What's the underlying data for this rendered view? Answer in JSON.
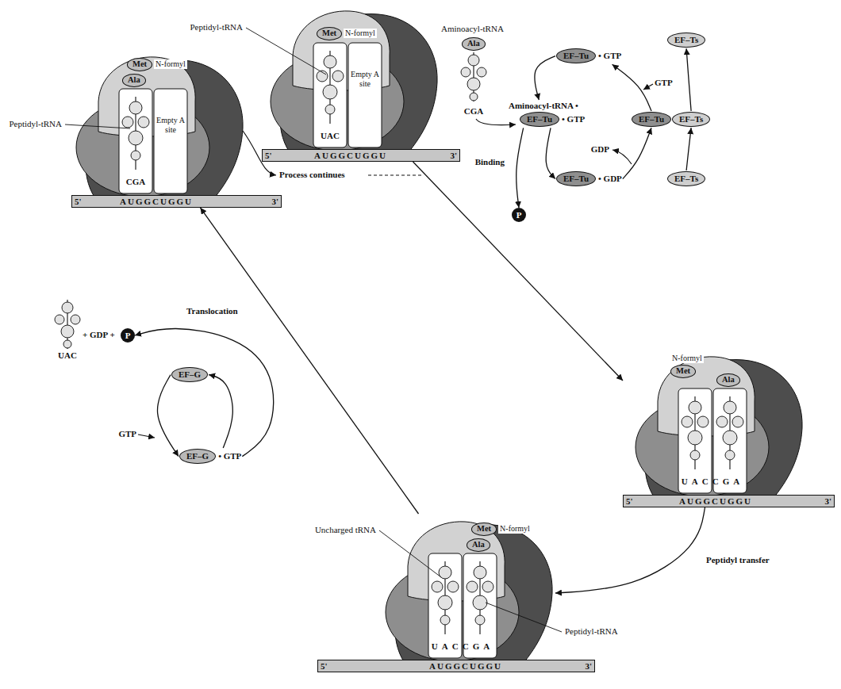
{
  "diagram": {
    "nodes": [
      {
        "text": [
          "Empty A site",
          "UAC"
        ]
      },
      {
        "text": [
          "Met",
          "N-formyl"
        ],
        "in": 0
      },
      {
        "text": [
          "5'",
          "AUGGCUGGU",
          "3'"
        ]
      },
      {
        "text": [
          "Empty A site",
          "CGA"
        ]
      },
      {
        "text": [
          "Ala"
        ],
        "in": 3
      },
      {
        "text": [
          "Met",
          "N-formyl"
        ],
        "in": 3
      },
      {
        "text": [
          "5'",
          "AUGGCUGGU",
          "3'"
        ]
      },
      {
        "text": [
          "Ala"
        ]
      },
      {
        "text": [
          "EF–Tu",
          "• GTP"
        ]
      },
      {
        "text": [
          "EF–Ts"
        ]
      },
      {
        "text": [
          "Aminoacyl-tRNA •",
          "EF–Tu",
          "• GTP"
        ]
      },
      {
        "text": [
          "EF–Tu"
        ]
      },
      {
        "text": [
          "EF–Ts"
        ]
      },
      {
        "text": [
          "EF–Tu",
          "• GDP"
        ]
      },
      {
        "text": [
          "EF–Ts"
        ]
      },
      {
        "text": [
          "P"
        ]
      },
      {
        "text": [
          "EF–G"
        ]
      },
      {
        "text": [
          "P"
        ]
      },
      {
        "text": [
          "EF–G",
          "• GTP"
        ]
      },
      {
        "text": [
          "UACCGA"
        ]
      },
      {
        "text": [
          "Met",
          "N-formyl"
        ],
        "in": 19
      },
      {
        "text": [
          "Ala"
        ],
        "in": 19
      },
      {
        "text": [
          "5'",
          "AUGGCUGGU",
          "3'"
        ]
      },
      {
        "text": [
          "UACCGA"
        ]
      },
      {
        "text": [
          "Ala"
        ],
        "in": 23
      },
      {
        "text": [
          "Met",
          "N-formyl"
        ],
        "in": 23
      },
      {
        "text": [
          "5'",
          "AUGGCUGGU",
          "3'"
        ]
      }
    ],
    "edges": [
      {
        "from": 0,
        "to": 19,
        "arrow": "to"
      },
      {
        "from": 19,
        "to": 23,
        "arrow": "to",
        "label": "Peptidyl transfer"
      },
      {
        "from": 23,
        "to": 3,
        "arrow": "to"
      },
      {
        "from": 8,
        "to": 10,
        "arrow": "to"
      },
      {
        "from": 10,
        "to": 13,
        "arrow": "to",
        "label": "Binding"
      },
      {
        "from": 10,
        "to": 15,
        "arrow": "to"
      },
      {
        "from": 13,
        "to": 11,
        "arrow": "to"
      },
      {
        "from": 14,
        "to": 12,
        "arrow": "to"
      },
      {
        "from": 11,
        "to": 8,
        "arrow": "to"
      },
      {
        "from": 12,
        "to": 9,
        "arrow": "to"
      },
      {
        "from": 18,
        "to": 17,
        "arrow": "to"
      },
      {
        "from": 18,
        "to": 16,
        "arrow": "to"
      },
      {
        "from": 16,
        "to": 18,
        "arrow": "to"
      }
    ],
    "labels": [
      "Peptidyl-tRNA",
      "Peptidyl-tRNA",
      "Process continues",
      "Aminoacyl-tRNA",
      "CGA",
      "GTP",
      "GDP",
      "UAC",
      "+ GDP +",
      "Translocation",
      "GTP",
      "Uncharged tRNA",
      "Peptidyl-tRNA"
    ]
  }
}
